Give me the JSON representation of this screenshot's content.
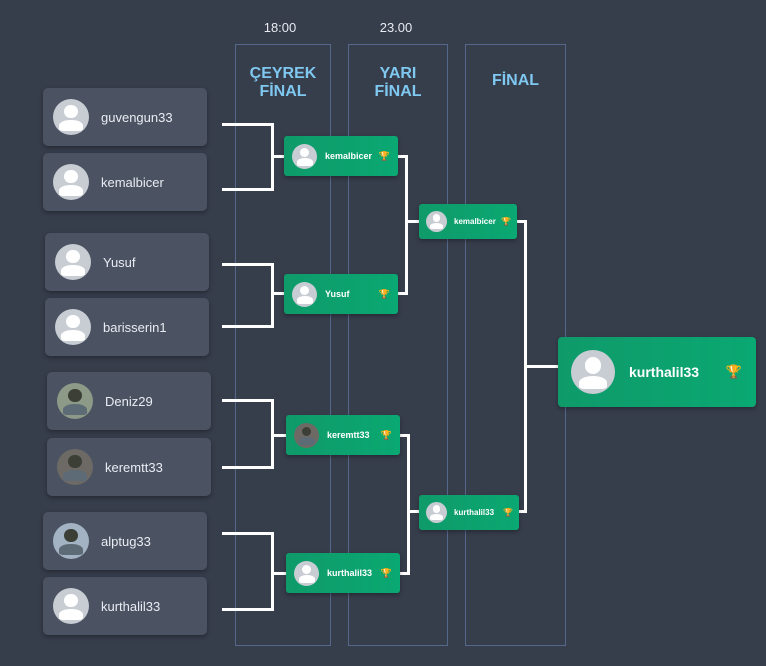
{
  "times": [
    "18:00",
    "23.00"
  ],
  "columns": {
    "quarter": [
      "ÇEYREK",
      "FİNAL"
    ],
    "semi": [
      "YARI",
      "FİNAL"
    ],
    "final": "FİNAL"
  },
  "players": [
    "guvengun33",
    "kemalbicer",
    "Yusuf",
    "barisserin1",
    "Deniz29",
    "keremtt33",
    "alptug33",
    "kurthalil33"
  ],
  "quarter_winners": [
    "kemalbicer",
    "Yusuf",
    "keremtt33",
    "kurthalil33"
  ],
  "semi_winners": [
    "kemalbicer",
    "kurthalil33"
  ],
  "champion": "kurthalil33",
  "trophy_glyph": "🏆",
  "colors": {
    "background": "#363d4b",
    "card": "#4b5363",
    "winner": "#0aa872",
    "title": "#7fc8f0",
    "trophy": "#f3d34a"
  }
}
